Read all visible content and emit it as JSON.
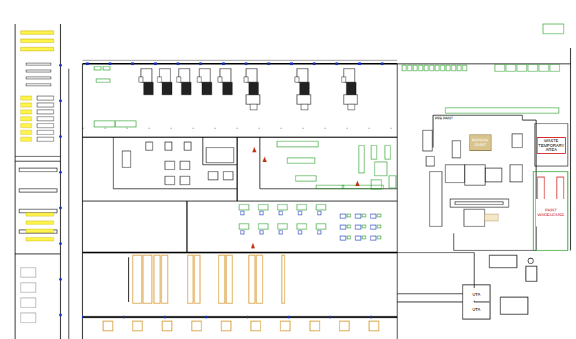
{
  "diagram": {
    "nodes": [
      {
        "text": [
          "MANUAL PAINT"
        ]
      },
      {
        "text": [
          "WASTE TEMPORARY AREA"
        ]
      },
      {
        "text": [
          "PAINT WAREHOUSE"
        ]
      },
      {
        "text": [
          "UTA"
        ]
      },
      {
        "text": [
          "UTA"
        ]
      }
    ],
    "labels": [
      "PRE PAINT"
    ]
  }
}
